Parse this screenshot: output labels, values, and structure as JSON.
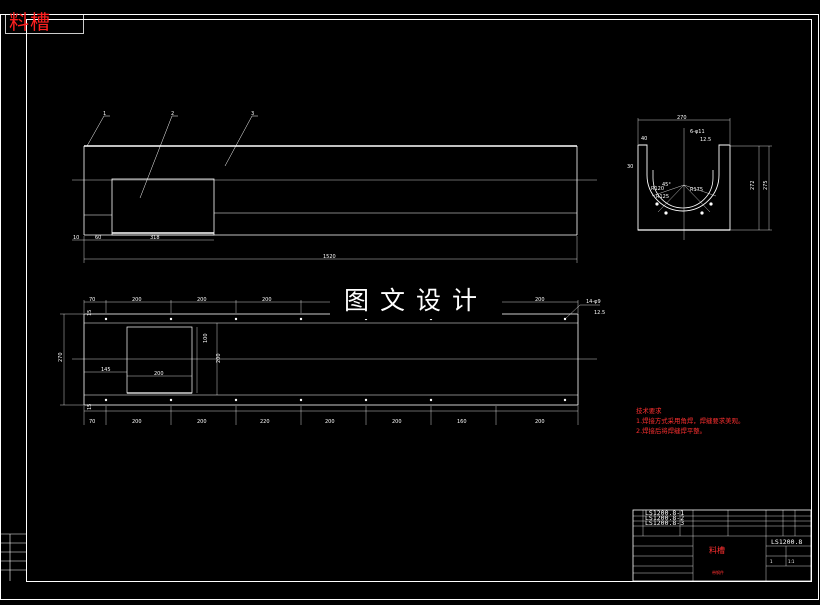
{
  "drawing": {
    "title_stamp": "料槽",
    "watermark": "图文设计",
    "drawing_number": "LS1200.8",
    "part_name": "料槽",
    "sub_name": "带钢件"
  },
  "front_view": {
    "part_labels": [
      "1",
      "2",
      "3"
    ],
    "dimensions": {
      "offset_left": "10",
      "window_start": "60",
      "window_width": "318",
      "overall_length": "1520"
    }
  },
  "side_view": {
    "dimensions": {
      "top_width": "270",
      "hole_spec": "6-φ11",
      "hole_depth": "12.5",
      "flange": "40",
      "lip": "30",
      "height_inner": "272",
      "height_outer": "275",
      "radius_outer": "R120",
      "radius_inner": "R125",
      "angle": "45°",
      "radius_hole": "R175"
    }
  },
  "plan_view": {
    "top_dims": [
      "70",
      "200",
      "200",
      "200",
      "200"
    ],
    "top_right": "200",
    "hole_spec": "14-φ9",
    "hole_depth": "12.5",
    "left_height": "270",
    "left_small": "15",
    "window": {
      "offset": "145",
      "width": "200",
      "height": "100",
      "height2": "200"
    },
    "bottom_dims": [
      "70",
      "200",
      "200",
      "220",
      "200",
      "200",
      "160",
      "200"
    ],
    "bottom_small": "15"
  },
  "notes": {
    "title": "技术要求",
    "items": [
      "1.焊接方式采用角焊，焊缝要求美观。",
      "2.焊接后将焊缝焊平整。"
    ]
  },
  "title_block": {
    "codes": [
      "LS1200.8-1",
      "LS1200.8-2",
      "LS1200.8-3"
    ],
    "ratio": "1:1",
    "sheet": "1"
  }
}
